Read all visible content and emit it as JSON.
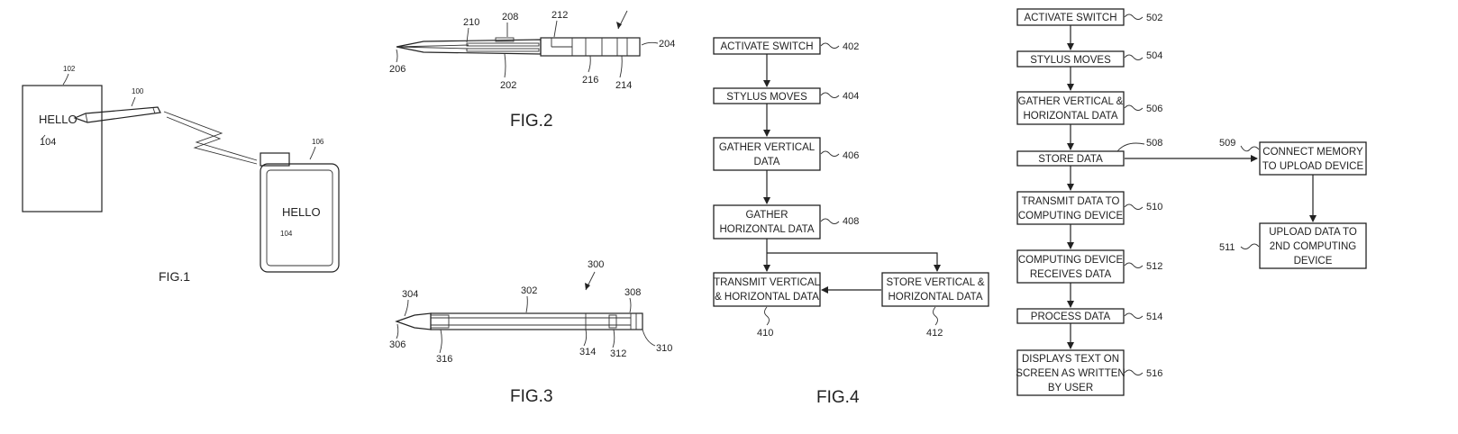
{
  "fig1": {
    "caption": "FIG.1",
    "paper_text": "HELLO",
    "screen_text": "HELLO",
    "refs": {
      "paper": "102",
      "stylus": "100",
      "device": "106",
      "paper_text": "104",
      "screen_text": "104"
    }
  },
  "fig2": {
    "caption": "FIG.2",
    "refs": [
      "210",
      "208",
      "212",
      "204",
      "206",
      "202",
      "216",
      "214"
    ]
  },
  "fig3": {
    "caption": "FIG.3",
    "refs": [
      "300",
      "302",
      "304",
      "308",
      "306",
      "316",
      "314",
      "312",
      "310"
    ]
  },
  "fig4": {
    "caption": "FIG.4",
    "boxes": [
      {
        "ref": "402",
        "lines": [
          "ACTIVATE SWITCH"
        ]
      },
      {
        "ref": "404",
        "lines": [
          "STYLUS MOVES"
        ]
      },
      {
        "ref": "406",
        "lines": [
          "GATHER VERTICAL",
          "DATA"
        ]
      },
      {
        "ref": "408",
        "lines": [
          "GATHER",
          "HORIZONTAL DATA"
        ]
      },
      {
        "ref": "410",
        "lines": [
          "TRANSMIT VERTICAL",
          "& HORIZONTAL DATA"
        ]
      },
      {
        "ref": "412",
        "lines": [
          "STORE VERTICAL &",
          "HORIZONTAL DATA"
        ]
      }
    ]
  },
  "fig5": {
    "boxes": [
      {
        "ref": "502",
        "lines": [
          "ACTIVATE SWITCH"
        ]
      },
      {
        "ref": "504",
        "lines": [
          "STYLUS MOVES"
        ]
      },
      {
        "ref": "506",
        "lines": [
          "GATHER VERTICAL &",
          "HORIZONTAL DATA"
        ]
      },
      {
        "ref": "508",
        "lines": [
          "STORE DATA"
        ]
      },
      {
        "ref": "510",
        "lines": [
          "TRANSMIT DATA TO",
          "COMPUTING DEVICE"
        ]
      },
      {
        "ref": "512",
        "lines": [
          "COMPUTING DEVICE",
          "RECEIVES DATA"
        ]
      },
      {
        "ref": "514",
        "lines": [
          "PROCESS DATA"
        ]
      },
      {
        "ref": "516",
        "lines": [
          "DISPLAYS TEXT ON",
          "SCREEN AS WRITTEN",
          "BY USER"
        ]
      },
      {
        "ref": "509",
        "lines": [
          "CONNECT MEMORY",
          "TO UPLOAD DEVICE"
        ]
      },
      {
        "ref": "511",
        "lines": [
          "UPLOAD DATA TO",
          "2ND COMPUTING",
          "DEVICE"
        ]
      }
    ]
  }
}
